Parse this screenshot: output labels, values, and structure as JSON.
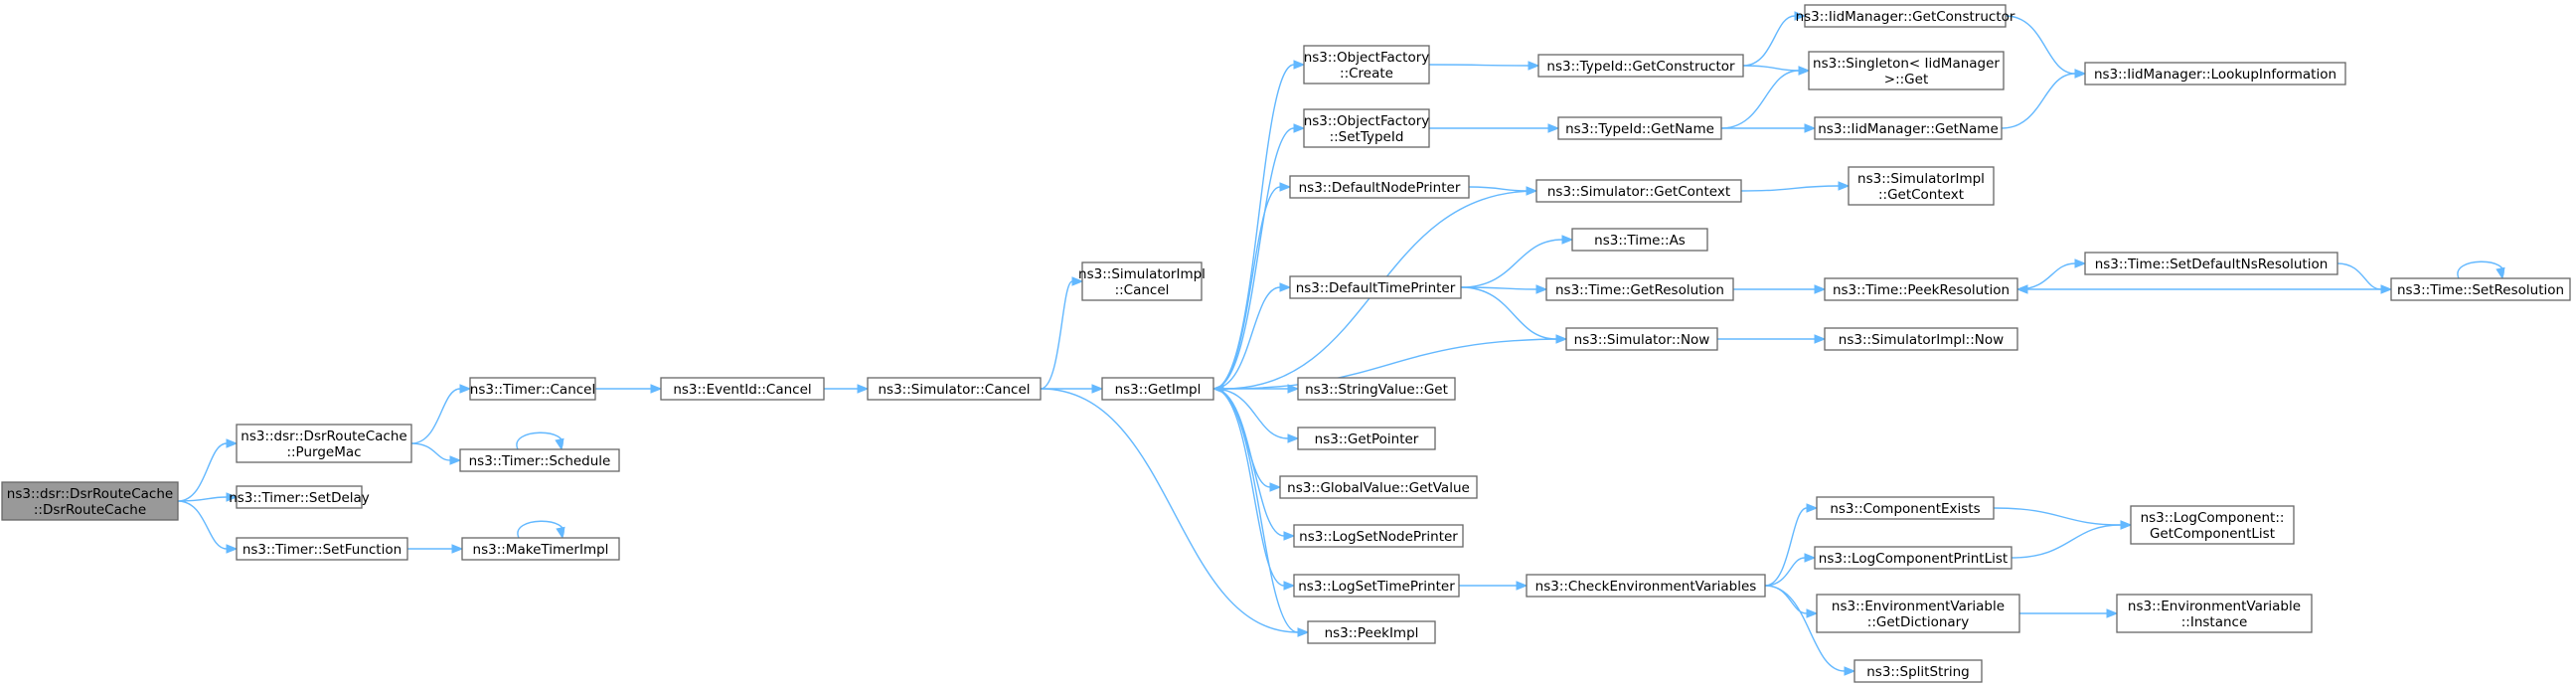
{
  "graph": {
    "nodes": {
      "root": [
        "ns3::dsr::DsrRouteCache",
        "::DsrRouteCache"
      ],
      "purgemac": [
        "ns3::dsr::DsrRouteCache",
        "::PurgeMac"
      ],
      "setdelay": [
        "ns3::Timer::SetDelay"
      ],
      "setfunction": [
        "ns3::Timer::SetFunction"
      ],
      "timercancel": [
        "ns3::Timer::Cancel"
      ],
      "schedule": [
        "ns3::Timer::Schedule"
      ],
      "maketimerimpl": [
        "ns3::MakeTimerImpl"
      ],
      "eventidcancel": [
        "ns3::EventId::Cancel"
      ],
      "simcancel": [
        "ns3::Simulator::Cancel"
      ],
      "simimplcancel": [
        "ns3::SimulatorImpl",
        "::Cancel"
      ],
      "getimpl": [
        "ns3::GetImpl"
      ],
      "ofcreate": [
        "ns3::ObjectFactory",
        "::Create"
      ],
      "ofsettypeid": [
        "ns3::ObjectFactory",
        "::SetTypeId"
      ],
      "defnodeprinter": [
        "ns3::DefaultNodePrinter"
      ],
      "deftimeprinter": [
        "ns3::DefaultTimePrinter"
      ],
      "stringvalueget": [
        "ns3::StringValue::Get"
      ],
      "getpointer": [
        "ns3::GetPointer"
      ],
      "globalvalueget": [
        "ns3::GlobalValue::GetValue"
      ],
      "logsetnodeprinter": [
        "ns3::LogSetNodePrinter"
      ],
      "logsettimeprinter": [
        "ns3::LogSetTimePrinter"
      ],
      "peekimpl": [
        "ns3::PeekImpl"
      ],
      "tidgetconstructor": [
        "ns3::TypeId::GetConstructor"
      ],
      "tidgetname": [
        "ns3::TypeId::GetName"
      ],
      "simgetcontext": [
        "ns3::Simulator::GetContext"
      ],
      "timeas": [
        "ns3::Time::As"
      ],
      "timegetresolution": [
        "ns3::Time::GetResolution"
      ],
      "simnow": [
        "ns3::Simulator::Now"
      ],
      "checkenv": [
        "ns3::CheckEnvironmentVariables"
      ],
      "iidgetconstructor": [
        "ns3::IidManager::GetConstructor"
      ],
      "singletonget": [
        "ns3::Singleton< IidManager",
        " >::Get"
      ],
      "iidgetname": [
        "ns3::IidManager::GetName"
      ],
      "simimplgetcontext": [
        "ns3::SimulatorImpl",
        "::GetContext"
      ],
      "peekresolution": [
        "ns3::Time::PeekResolution"
      ],
      "simimplnow": [
        "ns3::SimulatorImpl::Now"
      ],
      "componentexists": [
        "ns3::ComponentExists"
      ],
      "logcompprintlist": [
        "ns3::LogComponentPrintList"
      ],
      "envgetdict": [
        "ns3::EnvironmentVariable",
        "::GetDictionary"
      ],
      "splitstring": [
        "ns3::SplitString"
      ],
      "iidlookup": [
        "ns3::IidManager::LookupInformation"
      ],
      "setdefaultns": [
        "ns3::Time::SetDefaultNsResolution"
      ],
      "getcomplist": [
        "ns3::LogComponent::",
        "GetComponentList"
      ],
      "envinstance": [
        "ns3::EnvironmentVariable",
        "::Instance"
      ],
      "setresolution": [
        "ns3::Time::SetResolution"
      ]
    },
    "edges": [
      [
        "root",
        "purgemac"
      ],
      [
        "root",
        "setdelay"
      ],
      [
        "root",
        "setfunction"
      ],
      [
        "purgemac",
        "timercancel"
      ],
      [
        "purgemac",
        "schedule"
      ],
      [
        "schedule",
        "schedule"
      ],
      [
        "setfunction",
        "maketimerimpl"
      ],
      [
        "maketimerimpl",
        "maketimerimpl"
      ],
      [
        "timercancel",
        "eventidcancel"
      ],
      [
        "eventidcancel",
        "simcancel"
      ],
      [
        "simcancel",
        "simimplcancel"
      ],
      [
        "simcancel",
        "getimpl"
      ],
      [
        "simcancel",
        "peekimpl"
      ],
      [
        "getimpl",
        "ofcreate"
      ],
      [
        "getimpl",
        "ofsettypeid"
      ],
      [
        "getimpl",
        "defnodeprinter"
      ],
      [
        "getimpl",
        "deftimeprinter"
      ],
      [
        "getimpl",
        "stringvalueget"
      ],
      [
        "getimpl",
        "getpointer"
      ],
      [
        "getimpl",
        "globalvalueget"
      ],
      [
        "getimpl",
        "logsetnodeprinter"
      ],
      [
        "getimpl",
        "logsettimeprinter"
      ],
      [
        "getimpl",
        "peekimpl"
      ],
      [
        "ofcreate",
        "tidgetconstructor"
      ],
      [
        "ofsettypeid",
        "tidgetname"
      ],
      [
        "defnodeprinter",
        "simgetcontext"
      ],
      [
        "simgetcontext",
        "getimpl"
      ],
      [
        "deftimeprinter",
        "timeas"
      ],
      [
        "deftimeprinter",
        "timegetresolution"
      ],
      [
        "deftimeprinter",
        "simnow"
      ],
      [
        "simnow",
        "getimpl"
      ],
      [
        "logsettimeprinter",
        "checkenv"
      ],
      [
        "tidgetconstructor",
        "iidgetconstructor"
      ],
      [
        "tidgetconstructor",
        "singletonget"
      ],
      [
        "tidgetname",
        "singletonget"
      ],
      [
        "tidgetname",
        "iidgetname"
      ],
      [
        "iidgetconstructor",
        "iidlookup"
      ],
      [
        "iidgetname",
        "iidlookup"
      ],
      [
        "simgetcontext",
        "simimplgetcontext"
      ],
      [
        "timegetresolution",
        "peekresolution"
      ],
      [
        "simnow",
        "simimplnow"
      ],
      [
        "peekresolution",
        "setdefaultns"
      ],
      [
        "setdefaultns",
        "setresolution"
      ],
      [
        "setresolution",
        "peekresolution"
      ],
      [
        "setresolution",
        "setresolution"
      ],
      [
        "checkenv",
        "componentexists"
      ],
      [
        "checkenv",
        "logcompprintlist"
      ],
      [
        "checkenv",
        "envgetdict"
      ],
      [
        "checkenv",
        "splitstring"
      ],
      [
        "componentexists",
        "getcomplist"
      ],
      [
        "logcompprintlist",
        "getcomplist"
      ],
      [
        "envgetdict",
        "envinstance"
      ]
    ]
  }
}
